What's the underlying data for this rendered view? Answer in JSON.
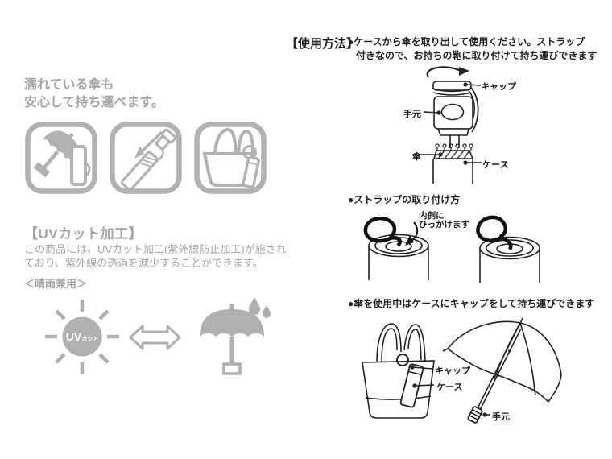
{
  "colors": {
    "gray": "#a5a5a5",
    "icon_gray": "#b2b2b2",
    "ink": "#1e1e1e"
  },
  "left": {
    "headline_line1": "濡れている傘も",
    "headline_line2": "安心して持ち運べます。",
    "uv_title": "【UVカット加工】",
    "uv_body_line1": "この商品には、UVカット加工(紫外線防止加工)が施され",
    "uv_body_line2": "ており、紫外線の透過を減少することができます。",
    "uv_note": "＜晴雨兼用＞",
    "sun_uv": "UV",
    "sun_cut": "カット"
  },
  "right": {
    "usage_title": "【使用方法】",
    "step1_line1": "●ケースから傘を取り出して使用ください。ストラップ",
    "step1_line2": "付きなので、お持ちの鞄に取り付けて持ち運びできます",
    "d1_cap": "キャップ",
    "d1_handle": "手元",
    "d1_umbrella": "傘",
    "d1_case": "ケース",
    "step2_title": "●ストラップの取り付け方",
    "step2_note1": "内側に",
    "step2_note2": "ひっかけます",
    "step3_title": "●傘を使用中はケースにキャップをして持ち運びできます",
    "d3_cap": "キャップ",
    "d3_case": "ケース",
    "d3_handle": "手元"
  }
}
